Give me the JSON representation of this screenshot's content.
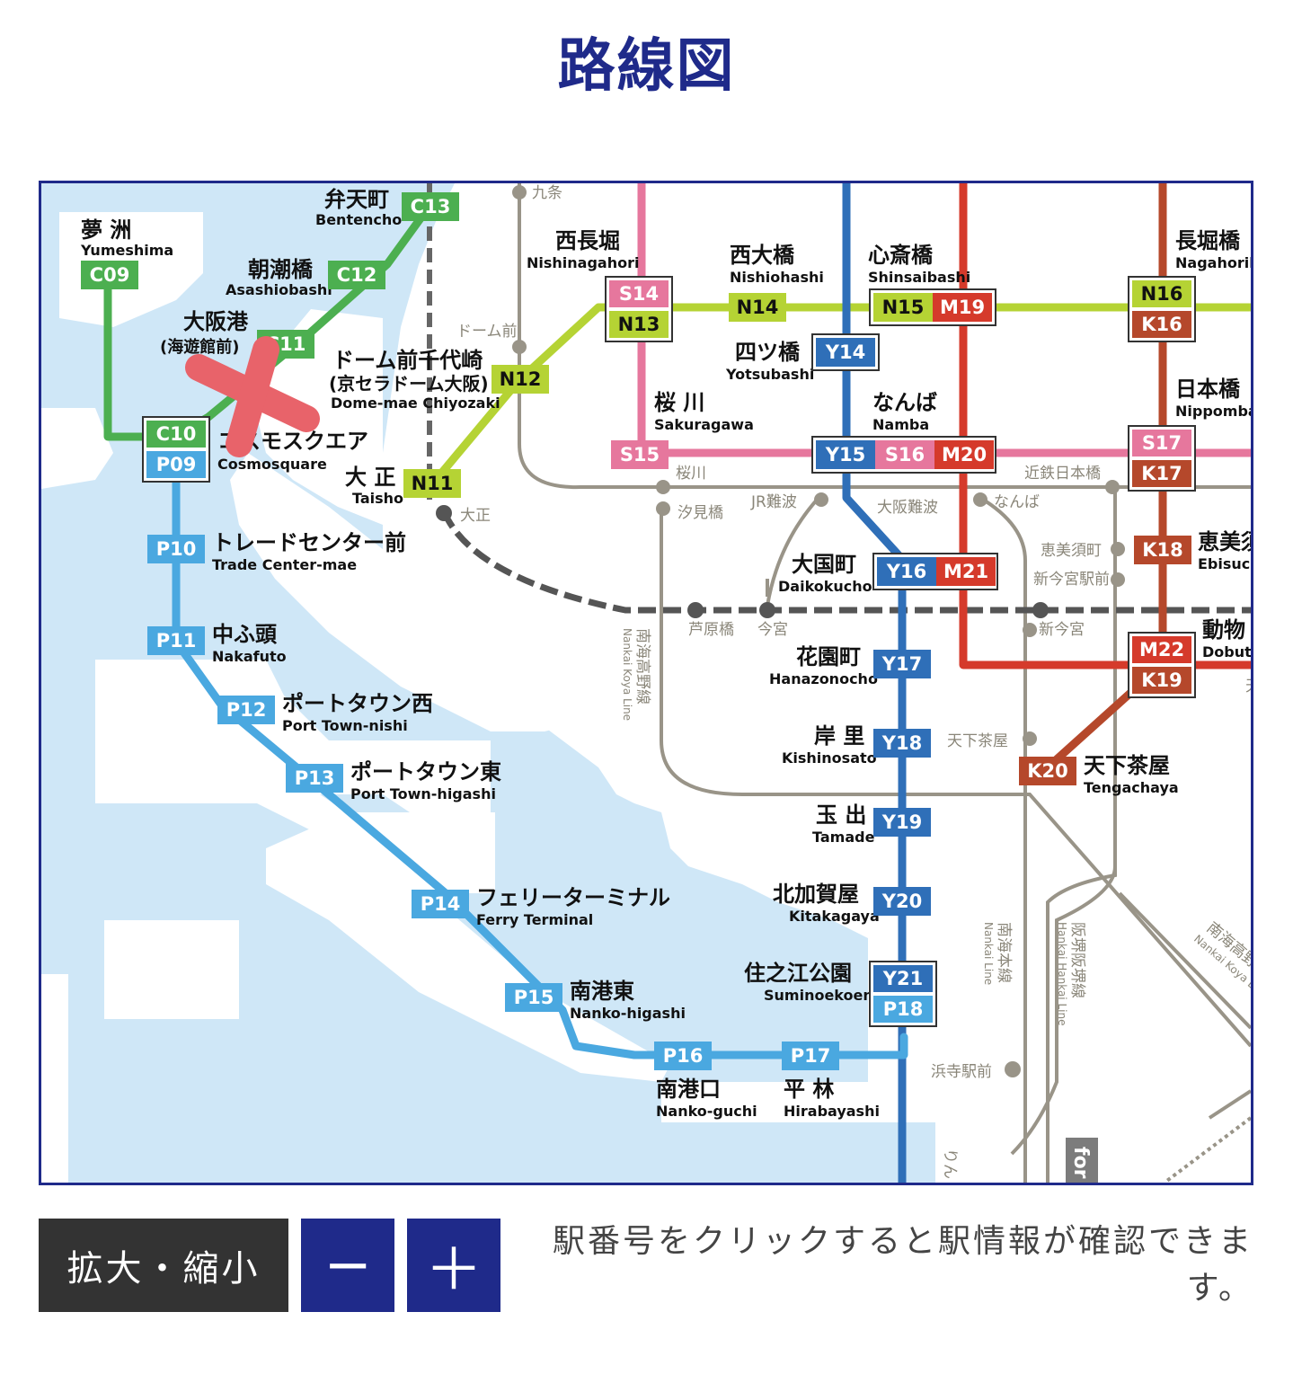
{
  "page_title": "路線図",
  "controls": {
    "zoom_label": "拡大・縮小",
    "zoom_out": "−",
    "zoom_in": "＋"
  },
  "hint": "駅番号をクリックすると駅情報が確認できます。",
  "colors": {
    "chuo": "#4caf50",
    "nagahori": "#b5d334",
    "sennichimae": "#e6779d",
    "yotsubashi": "#2f6fb8",
    "midosuji": "#d53a2b",
    "sakaisuji": "#b5482b",
    "newtram": "#4aa8e0",
    "other": "#999488",
    "water": "#cfe7f7",
    "station_box": "#333333"
  },
  "stations": {
    "yumeshima": {
      "ja": "夢 洲",
      "en": "Yumeshima"
    },
    "bentencho": {
      "ja": "弁天町",
      "en": "Bentencho"
    },
    "asashiobashi": {
      "ja": "朝潮橋",
      "en": "Asashiobashi"
    },
    "osakako": {
      "ja": "大阪港",
      "ja2": "(海遊館前)"
    },
    "cosmosquare": {
      "ja": "コスモスクエア",
      "en": "Cosmosquare"
    },
    "domemae": {
      "ja": "ドーム前千代崎",
      "ja2": "(京セラドーム大阪)",
      "en": "Dome-mae Chiyozaki"
    },
    "taisho": {
      "ja": "大 正",
      "en": "Taisho"
    },
    "nishinagahori": {
      "ja": "西長堀",
      "en": "Nishinagahori"
    },
    "nishiohashi": {
      "ja": "西大橋",
      "en": "Nishiohashi"
    },
    "shinsaibashi": {
      "ja": "心斎橋",
      "en": "Shinsaibashi"
    },
    "nagahoribashi": {
      "ja": "長堀橋",
      "en": "Nagahoriba"
    },
    "yotsubashi": {
      "ja": "四ツ橋",
      "en": "Yotsubashi"
    },
    "sakuragawa": {
      "ja": "桜 川",
      "en": "Sakuragawa"
    },
    "namba": {
      "ja": "なんば",
      "en": "Namba"
    },
    "nippombashi": {
      "ja": "日本橋",
      "en": "Nippomba"
    },
    "daikokucho": {
      "ja": "大国町",
      "en": "Daikokucho"
    },
    "ebisucho": {
      "ja": "恵美須",
      "en": "Ebisuch"
    },
    "dobutsuen": {
      "ja": "動物",
      "en": "Dobuts"
    },
    "tradecenter": {
      "ja": "トレードセンター前",
      "en": "Trade Center-mae"
    },
    "nakafuto": {
      "ja": "中ふ頭",
      "en": "Nakafuto"
    },
    "porttownnishi": {
      "ja": "ポートタウン西",
      "en": "Port Town-nishi"
    },
    "porttownhigashi": {
      "ja": "ポートタウン東",
      "en": "Port Town-higashi"
    },
    "ferryterminal": {
      "ja": "フェリーターミナル",
      "en": "Ferry Terminal"
    },
    "nankohigashi": {
      "ja": "南港東",
      "en": "Nanko-higashi"
    },
    "nankoguchi": {
      "ja": "南港口",
      "en": "Nanko-guchi"
    },
    "hirabayashi": {
      "ja": "平 林",
      "en": "Hirabayashi"
    },
    "hanazonocho": {
      "ja": "花園町",
      "en": "Hanazonocho"
    },
    "kishinosato": {
      "ja": "岸 里",
      "en": "Kishinosato"
    },
    "tamade": {
      "ja": "玉 出",
      "en": "Tamade"
    },
    "kitakagaya": {
      "ja": "北加賀屋",
      "en": "Kitakagaya"
    },
    "suminoekoen": {
      "ja": "住之江公園",
      "en": "Suminoekoen"
    },
    "tengachaya": {
      "ja": "天下茶屋",
      "en": "Tengachaya"
    }
  },
  "other_labels": {
    "kujo": "九条",
    "domemae_jr": "ドーム前",
    "taisho_jr": "大正",
    "sakuragawa_hs": "桜川",
    "shiomibashi": "汐見橋",
    "jrnamba": "JR難波",
    "osakanamba": "大阪難波",
    "namba_nk": "なんば",
    "kintetsunippombashi": "近鉄日本橋",
    "ebisucho_hk": "恵美須町",
    "shinimamiyaekimae": "新今宮駅前",
    "ashiharabashi": "芦原橋",
    "imamiya": "今宮",
    "shinimamiya": "新今宮",
    "tengachaya_nk": "天下茶屋",
    "hamaderaekimae": "浜寺駅前",
    "nankaikoya_ja": "南海高野線",
    "nankaikoya_en": "Nankai Koya Line",
    "nankaimain_ja": "南海本線",
    "nankaimain_en": "Nankai Line",
    "hankai_ja": "阪堺阪堺線",
    "hankai_en": "Hankai Hankai Line",
    "nankaikoya2_ja": "南海高野",
    "nankaikoya2_en": "Nankai Koya Li",
    "rin": "りん",
    "for": "for",
    "ten": "天"
  },
  "codes": {
    "c09": "C09",
    "c10": "C10",
    "c11": "C11",
    "c12": "C12",
    "c13": "C13",
    "n11": "N11",
    "n12": "N12",
    "n13": "N13",
    "n14": "N14",
    "n15": "N15",
    "n16": "N16",
    "s14": "S14",
    "s15": "S15",
    "s16": "S16",
    "s17": "S17",
    "y14": "Y14",
    "y15": "Y15",
    "y16": "Y16",
    "y17": "Y17",
    "y18": "Y18",
    "y19": "Y19",
    "y20": "Y20",
    "y21": "Y21",
    "m19": "M19",
    "m20": "M20",
    "m21": "M21",
    "m22": "M22",
    "k16": "K16",
    "k17": "K17",
    "k18": "K18",
    "k19": "K19",
    "k20": "K20",
    "p09": "P09",
    "p10": "P10",
    "p11": "P11",
    "p12": "P12",
    "p13": "P13",
    "p14": "P14",
    "p15": "P15",
    "p16": "P16",
    "p17": "P17",
    "p18": "P18"
  }
}
